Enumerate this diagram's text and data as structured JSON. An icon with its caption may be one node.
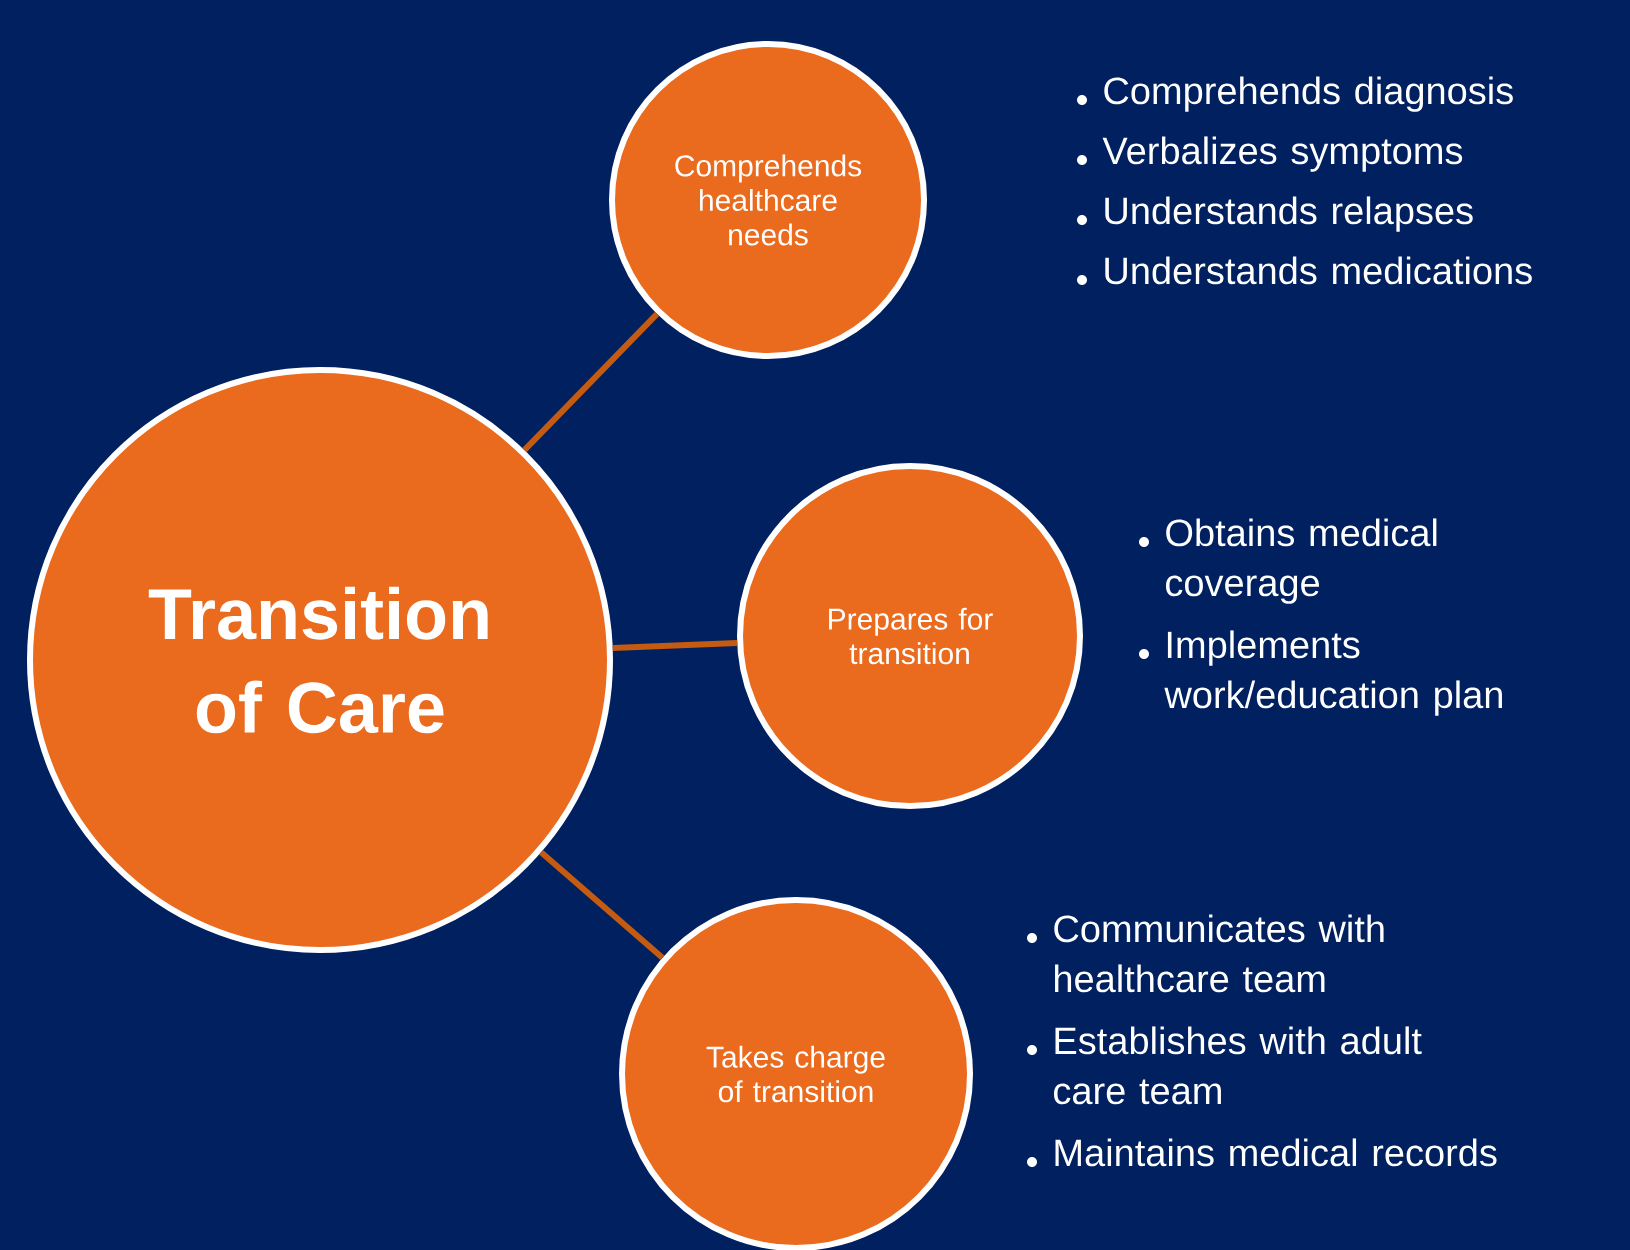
{
  "diagram": {
    "nodes": [
      {
        "text": [
          "Transition of Care"
        ]
      },
      {
        "text": [
          "Comprehends healthcare needs"
        ],
        "beside": [
          "Comprehends diagnosis",
          "Verbalizes symptoms",
          "Understands relapses",
          "Understands medications"
        ]
      },
      {
        "text": [
          "Prepares for transition"
        ],
        "beside": [
          "Obtains medical coverage",
          "Implements work/education plan"
        ]
      },
      {
        "text": [
          "Takes charge of transition"
        ],
        "beside": [
          "Communicates with healthcare team",
          "Establishes with adult care team",
          "Maintains medical records"
        ]
      }
    ],
    "edges": [
      {
        "from": 0,
        "to": 1,
        "arrow": "none"
      },
      {
        "from": 0,
        "to": 2,
        "arrow": "none"
      },
      {
        "from": 0,
        "to": 3,
        "arrow": "none"
      }
    ]
  }
}
